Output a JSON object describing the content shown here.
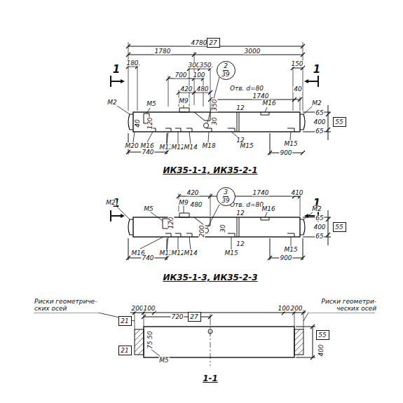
{
  "diagram": {
    "nodes": [
      {
        "text": [
          "27"
        ]
      },
      {
        "text": [
          "2",
          "39"
        ]
      },
      {
        "text": [
          "55"
        ]
      },
      {
        "text": [
          "3",
          "39"
        ]
      },
      {
        "text": [
          "55"
        ]
      },
      {
        "text": [
          "27"
        ]
      },
      {
        "text": [
          "21"
        ]
      },
      {
        "text": [
          "21"
        ]
      },
      {
        "text": [
          "55"
        ]
      }
    ],
    "labels": [
      "1",
      "1",
      "4780",
      "1780",
      "3000",
      "180",
      "150",
      "300",
      "350",
      "700",
      "100",
      "420",
      "480",
      "Отв. d=80",
      "1740",
      "40",
      "М2",
      "М5",
      "М9",
      "120",
      "350",
      "30",
      "12",
      "12",
      "М16",
      "М2",
      "65",
      "400",
      "65",
      "40",
      "М20",
      "М16",
      "М13",
      "М12",
      "М14",
      "М18",
      "М15",
      "М15",
      "740",
      "900",
      "ИК35-1-1, ИК35-2-1",
      "1",
      "1",
      "420",
      "1740",
      "410",
      "480",
      "Отв. d=80",
      "М2",
      "М5",
      "М9",
      "120",
      "М16",
      "М2",
      "12",
      "12",
      "200",
      "30",
      "65",
      "400",
      "65",
      "М16",
      "М13",
      "М12",
      "М14",
      "М15",
      "М15",
      "740",
      "900",
      "ИК35-1-3, ИК35-2-3",
      "Риски геометриче- ских осей",
      "200",
      "100",
      "720",
      "100",
      "200",
      "Риски геометри- ческих осей",
      "400",
      "50",
      "75",
      "М5",
      "1-1"
    ]
  }
}
